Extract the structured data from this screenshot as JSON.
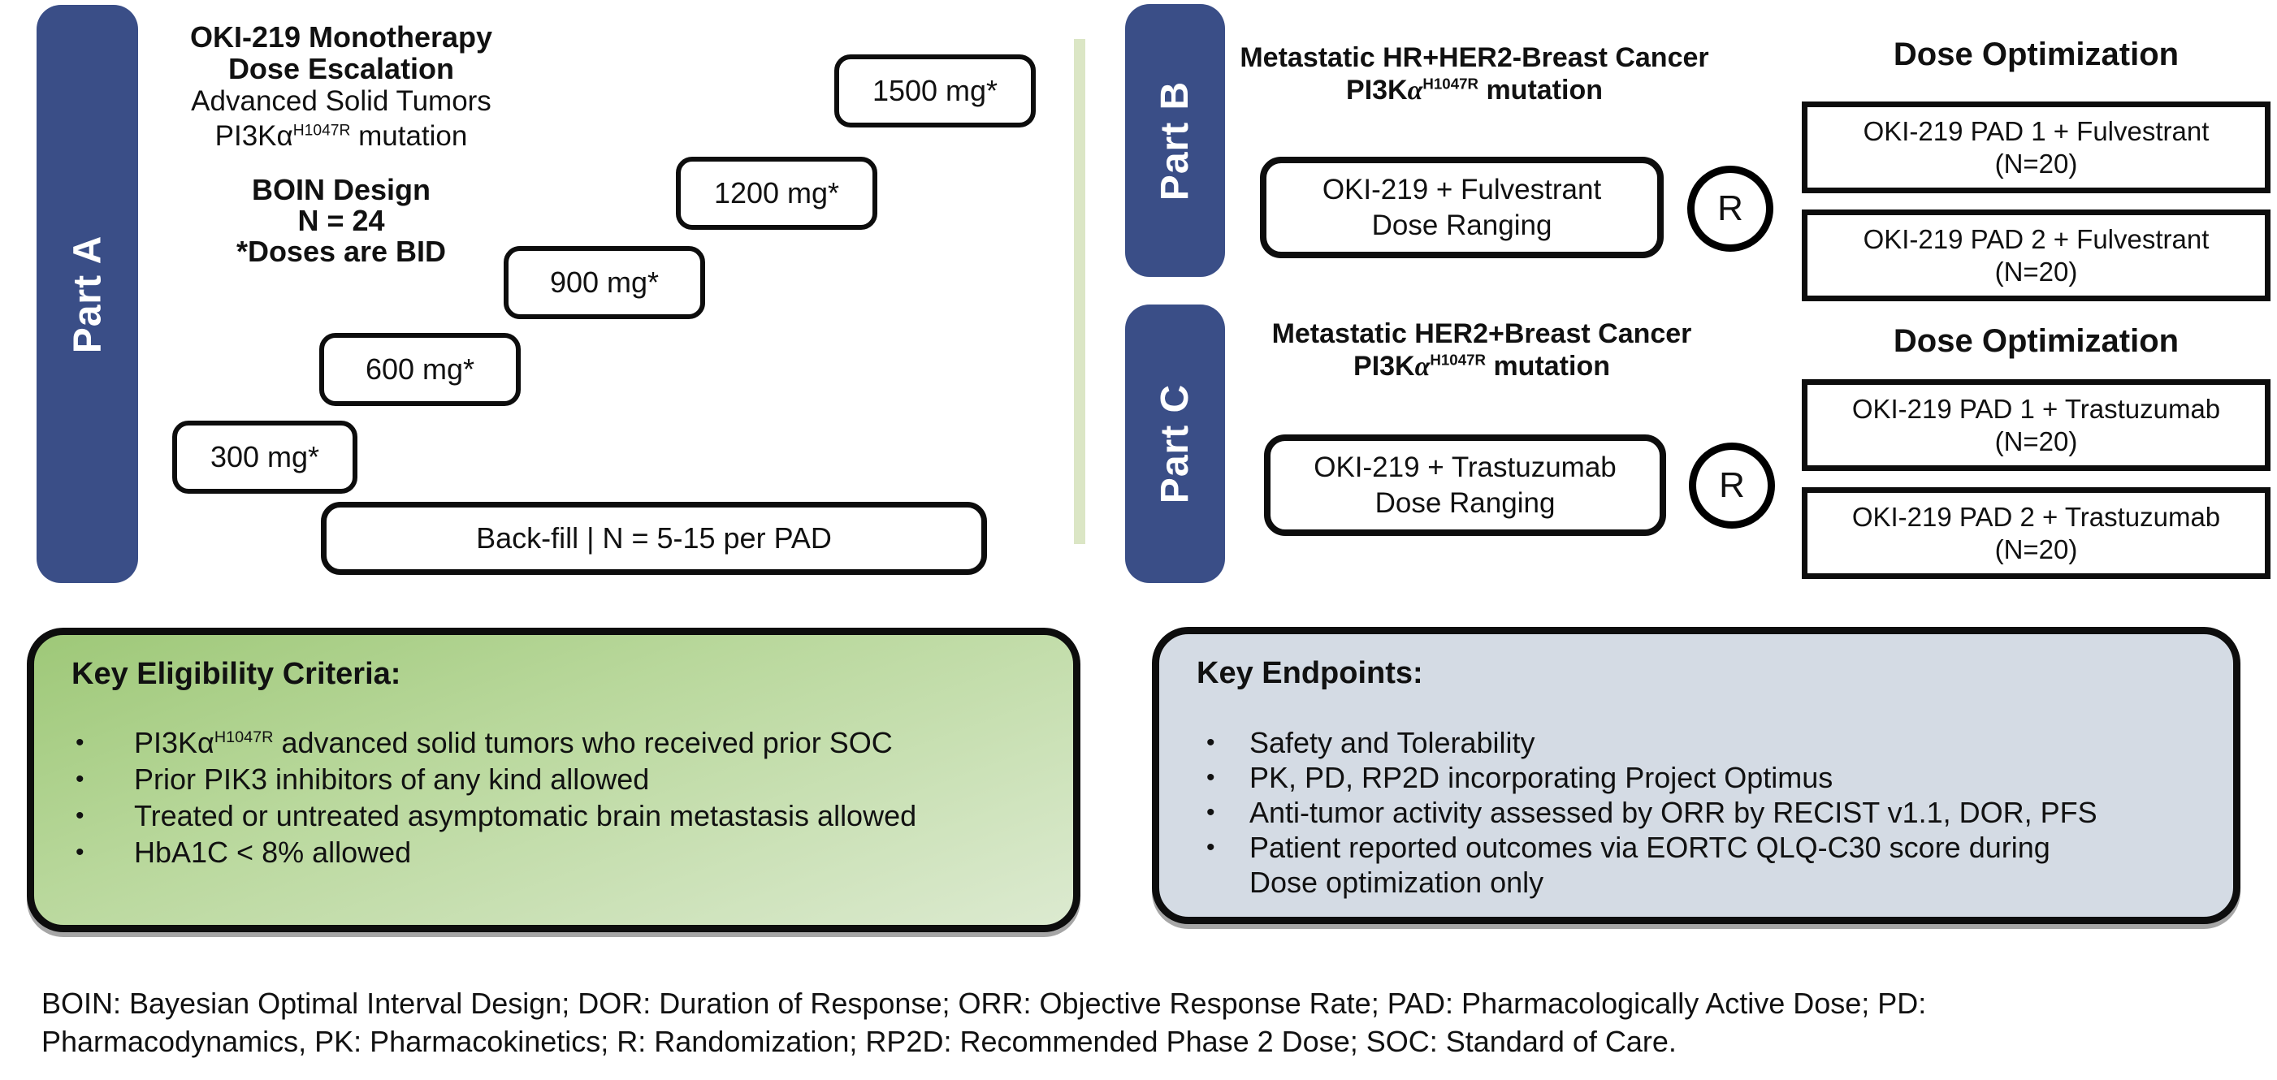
{
  "part_a": {
    "label": "Part A",
    "title_line1": "OKI-219 Monotherapy",
    "title_line2": "Dose Escalation",
    "subtitle": "Advanced Solid Tumors",
    "mutation": {
      "pre": "PI3K",
      "alpha": "α",
      "sup": "H1047R",
      "post": " mutation"
    },
    "design_line1": "BOIN Design",
    "design_line2": "N = 24",
    "design_line3": "*Doses are BID",
    "doses": [
      "300 mg*",
      "600 mg*",
      "900 mg*",
      "1200 mg*",
      "1500 mg*"
    ],
    "backfill": "Back-fill | N = 5-15 per PAD"
  },
  "part_b": {
    "label": "Part B",
    "header_line1": "Metastatic HR+HER2-Breast Cancer",
    "mutation": {
      "pre": "PI3K",
      "alpha": "α",
      "sup": "H1047R",
      "post": " mutation"
    },
    "ranging_line1": "OKI-219 + Fulvestrant",
    "ranging_line2": "Dose Ranging",
    "randomization": "R",
    "opt_title": "Dose Optimization",
    "pad1_line1": "OKI-219 PAD 1 + Fulvestrant",
    "pad1_line2": "(N=20)",
    "pad2_line1": "OKI-219 PAD 2 + Fulvestrant",
    "pad2_line2": "(N=20)"
  },
  "part_c": {
    "label": "Part C",
    "header_line1": "Metastatic HER2+Breast Cancer",
    "mutation": {
      "pre": "PI3K",
      "alpha": "α",
      "sup": "H1047R",
      "post": " mutation"
    },
    "ranging_line1": "OKI-219 + Trastuzumab",
    "ranging_line2": "Dose Ranging",
    "randomization": "R",
    "opt_title": "Dose Optimization",
    "pad1_line1": "OKI-219 PAD 1 + Trastuzumab",
    "pad1_line2": "(N=20)",
    "pad2_line1": "OKI-219 PAD 2 + Trastuzumab",
    "pad2_line2": "(N=20)"
  },
  "eligibility": {
    "title": "Key Eligibility Criteria:",
    "bullet1": {
      "pre": "PI3K",
      "alpha": "α",
      "sup": "H1047R",
      "post": " advanced solid tumors who received prior SOC"
    },
    "bullet2": "Prior PIK3 inhibitors of any kind allowed",
    "bullet3": "Treated or untreated asymptomatic brain metastasis allowed",
    "bullet4": "HbA1C < 8% allowed"
  },
  "endpoints": {
    "title": "Key Endpoints:",
    "bullet1": "Safety and Tolerability",
    "bullet2": "PK, PD, RP2D incorporating Project Optimus",
    "bullet3": "Anti-tumor activity assessed by ORR by RECIST v1.1, DOR, PFS",
    "bullet4": "Patient reported outcomes via EORTC QLQ-C30 score during Dose optimization only"
  },
  "footer": {
    "line1": "BOIN: Bayesian Optimal Interval Design; DOR: Duration of Response; ORR: Objective Response Rate; PAD: Pharmacologically Active Dose; PD:",
    "line2": "Pharmacodynamics, PK: Pharmacokinetics; R: Randomization; RP2D: Recommended Phase 2 Dose; SOC: Standard of Care."
  },
  "colors": {
    "part_bar_blue": "#3a4e87",
    "divider_green": "#dbe6c5",
    "eligibility_green_top": "#9ec878",
    "eligibility_green_bottom": "#dcead0",
    "endpoints_gray_blue": "#d4dbe4",
    "border_black": "#0d0d0d"
  }
}
